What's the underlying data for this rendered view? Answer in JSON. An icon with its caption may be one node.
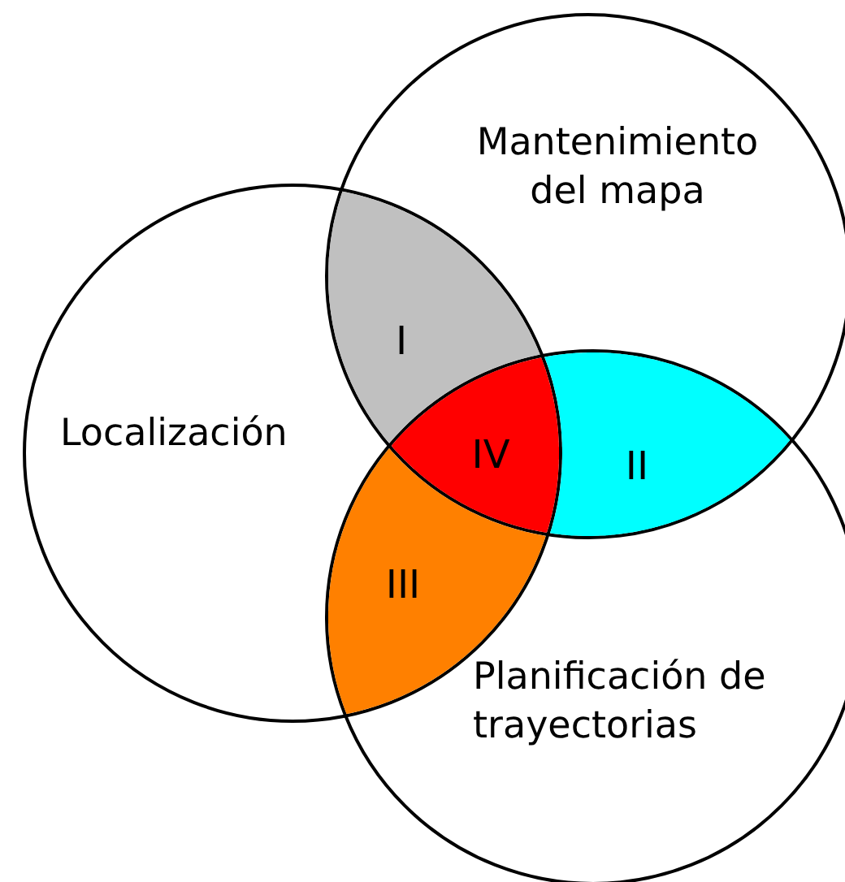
{
  "diagram": {
    "nodes": [
      {
        "text": [
          "Mantenimiento del mapa"
        ]
      },
      {
        "text": [
          "Localización"
        ]
      },
      {
        "text": [
          "Planificación de trayectorias"
        ]
      },
      {
        "text": [
          "I"
        ]
      },
      {
        "text": [
          "II"
        ]
      },
      {
        "text": [
          "III"
        ]
      },
      {
        "text": [
          "IV"
        ]
      }
    ]
  }
}
